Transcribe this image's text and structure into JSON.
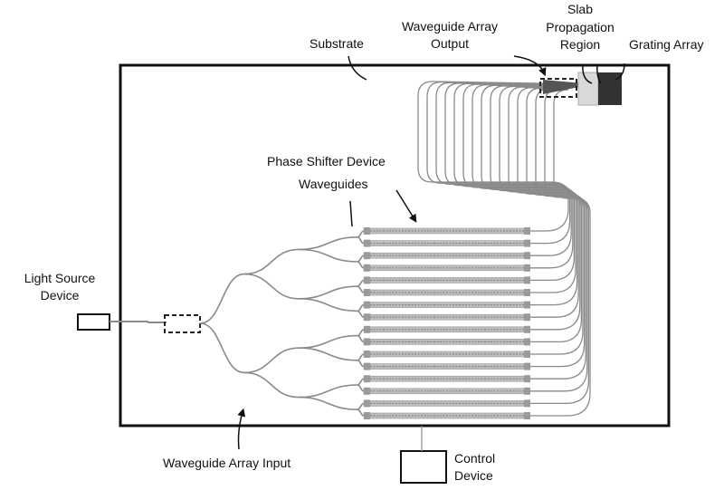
{
  "labels": {
    "substrate": "Substrate",
    "waveguide_array_output_line1": "Waveguide Array",
    "waveguide_array_output_line2": "Output",
    "slab_line1": "Slab",
    "slab_line2": "Propagation",
    "slab_line3": "Region",
    "grating_array": "Grating Array",
    "phase_shifter_device": "Phase Shifter Device",
    "waveguides": "Waveguides",
    "light_source_line1": "Light Source",
    "light_source_line2": "Device",
    "waveguide_array_input": "Waveguide Array Input",
    "control_device_line1": "Control",
    "control_device_line2": "Device"
  },
  "structure": {
    "waveguide_count": 16,
    "splitter_levels": 4
  },
  "colors": {
    "outline": "#111111",
    "waveguide": "#8a8a8a",
    "phase_shifter": "#bdbdbd",
    "slab_region": "#d9d9d9",
    "grating_array": "#333333"
  }
}
